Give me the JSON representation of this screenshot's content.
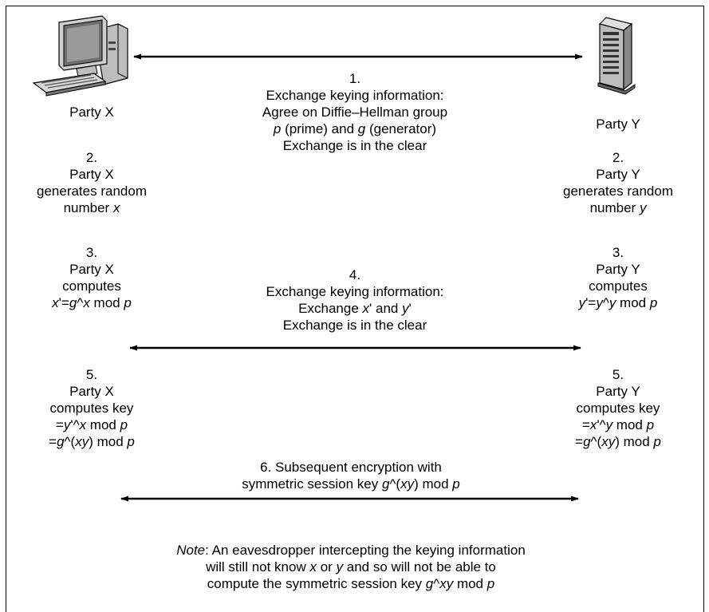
{
  "party_x": {
    "label": "Party X"
  },
  "party_y": {
    "label": "Party Y"
  },
  "step1": {
    "number": "1.",
    "line1": "Exchange keying information:",
    "line2": "Agree on Diffie–Hellman group",
    "p_var": "p",
    "p_text": " (prime) and ",
    "g_var": "g",
    "g_text": " (generator)",
    "line4": "Exchange is in the clear"
  },
  "step2_x": {
    "number": "2.",
    "party": "Party X",
    "action": "generates random",
    "num_text": "number ",
    "var": "x"
  },
  "step2_y": {
    "number": "2.",
    "party": "Party Y",
    "action": "generates random",
    "num_text": "number ",
    "var": "y"
  },
  "step3_x": {
    "number": "3.",
    "party": "Party X",
    "action": "computes",
    "f1": "x",
    "f2": "'=",
    "f3": "g",
    "f4": "^",
    "f5": "x",
    "f6": " mod ",
    "f7": "p"
  },
  "step3_y": {
    "number": "3.",
    "party": "Party Y",
    "action": "computes",
    "f1": "y",
    "f2": "'=",
    "f3": "y",
    "f4": "^",
    "f5": "y",
    "f6": " mod ",
    "f7": "p"
  },
  "step4": {
    "number": "4.",
    "line1": "Exchange keying information:",
    "e1": "Exchange ",
    "e2": "x",
    "e3": "' and ",
    "e4": "y",
    "e5": "'",
    "line3": "Exchange is in the clear"
  },
  "step5_x": {
    "number": "5.",
    "party": "Party X",
    "action": "computes key",
    "a1": "=",
    "a2": "y",
    "a3": "'^",
    "a4": "x",
    "a5": " mod ",
    "a6": "p",
    "b1": "=",
    "b2": "g",
    "b3": "^(",
    "b4": "xy",
    "b5": ") mod ",
    "b6": "p"
  },
  "step5_y": {
    "number": "5.",
    "party": "Party Y",
    "action": "computes key",
    "a1": "=",
    "a2": "x",
    "a3": "'^",
    "a4": "y",
    "a5": " mod ",
    "a6": "p",
    "b1": "=",
    "b2": "g",
    "b3": "^(",
    "b4": "xy",
    "b5": ") mod ",
    "b6": "p"
  },
  "step6": {
    "line1": "6. Subsequent encryption with",
    "s1": "symmetric session key ",
    "s2": "g",
    "s3": "^(",
    "s4": "xy",
    "s5": ") mod ",
    "s6": "p"
  },
  "note": {
    "label": "Note",
    "line1": ": An eavesdropper intercepting the keying information",
    "l2a": "will still not know ",
    "l2b": "x",
    "l2c": " or ",
    "l2d": "y",
    "l2e": " and so will not be able to",
    "l3a": "compute the symmetric session key ",
    "l3b": "g",
    "l3c": "^",
    "l3d": "xy",
    "l3e": " mod ",
    "l3f": "p"
  },
  "icons": {
    "party_x_icon": "desktop-computer-icon",
    "party_y_icon": "tower-server-icon"
  }
}
